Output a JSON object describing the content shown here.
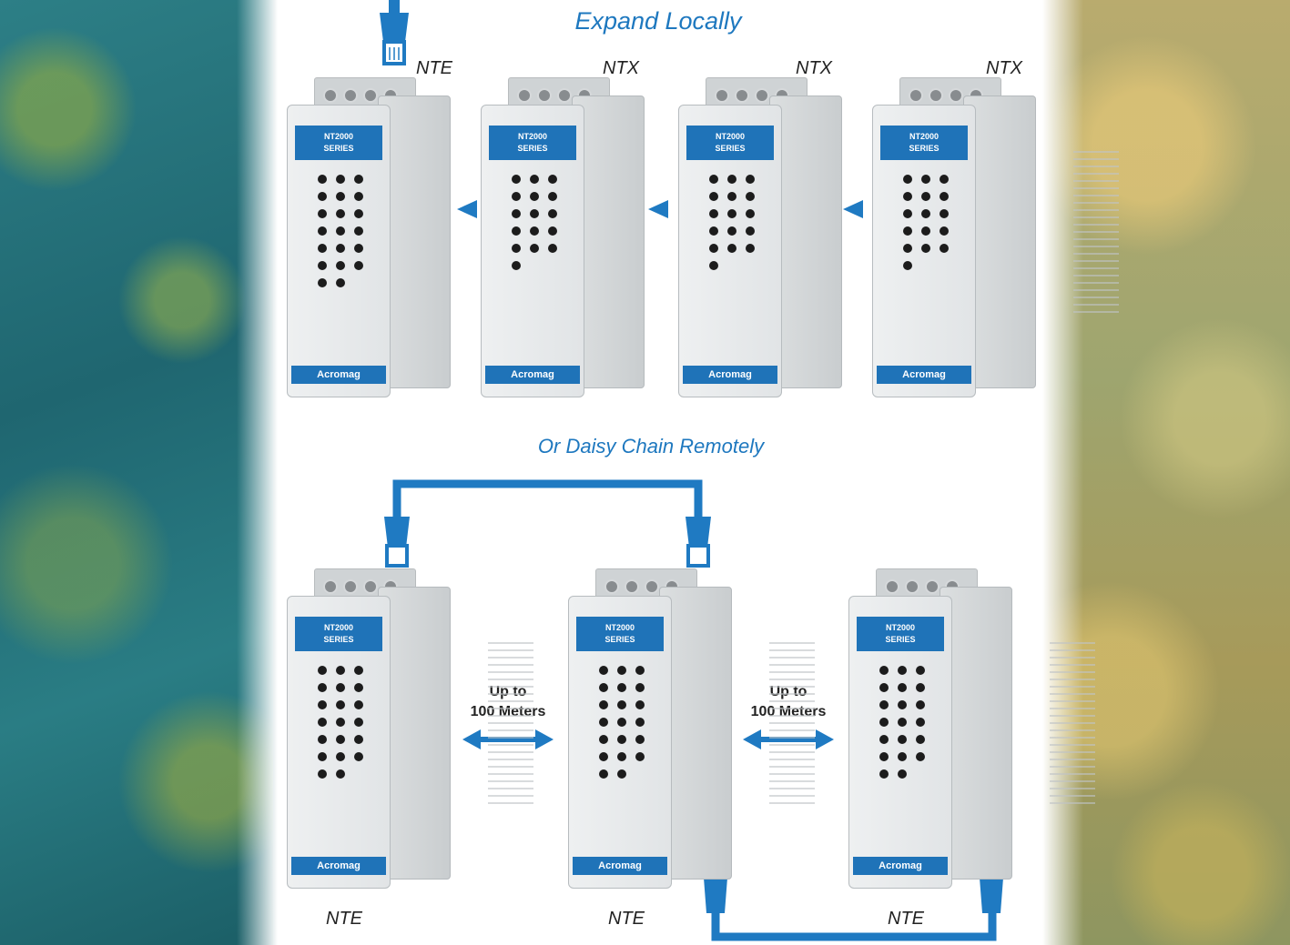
{
  "headings": {
    "top": "Expand Locally",
    "middle": "Or Daisy Chain Remotely"
  },
  "top_row": {
    "labels": [
      "NTE",
      "NTX",
      "NTX",
      "NTX"
    ]
  },
  "bottom_row": {
    "labels": [
      "NTE",
      "NTE",
      "NTE"
    ],
    "distance_1": {
      "line1": "Up to",
      "line2": "100 Meters"
    },
    "distance_2": {
      "line1": "Up to",
      "line2": "100 Meters"
    }
  },
  "module_text": {
    "series_line1": "NT2000",
    "series_line2": "SERIES",
    "brand": "Acromag"
  },
  "colors": {
    "accent_blue": "#1e78bf",
    "cable_blue": "#1f7ac2",
    "module_tag_blue": "#1f73b8"
  }
}
